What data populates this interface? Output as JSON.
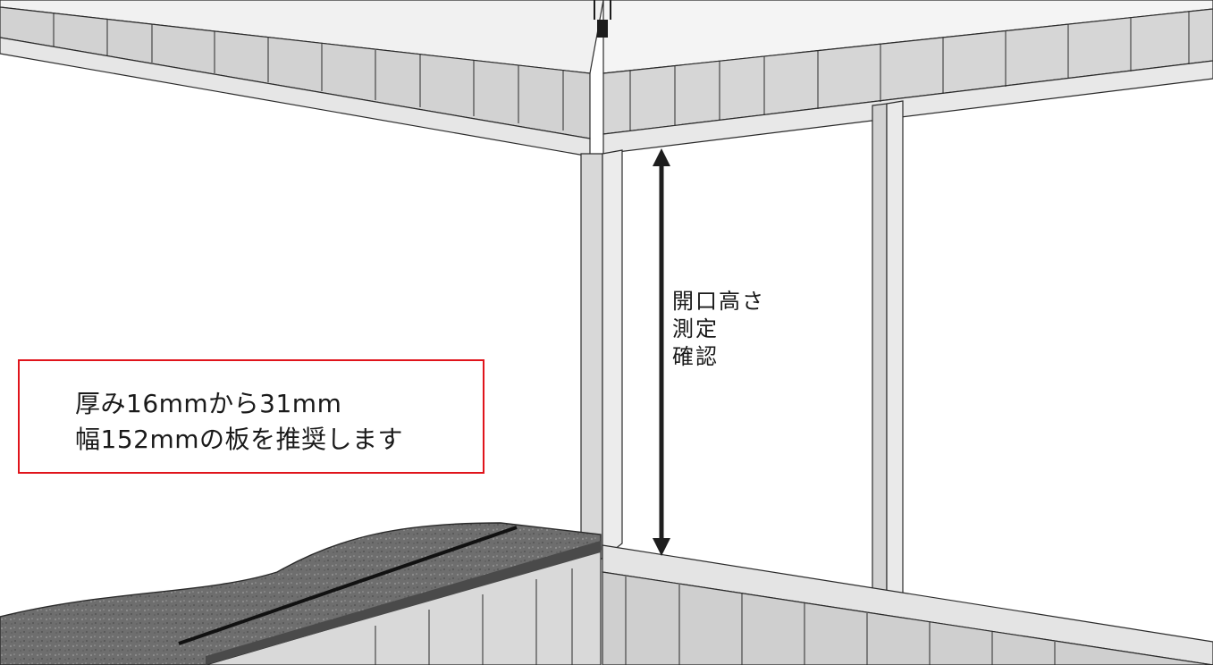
{
  "diagram": {
    "opening_label": [
      "開口高さ",
      "測定",
      "確認"
    ],
    "recommendation": [
      "厚み16mmから31mm",
      "幅152mmの板を推奨します"
    ],
    "colors": {
      "callout_border": "#e0141b",
      "frame_light": "#ebebeb",
      "frame_mid": "#cdcdcd",
      "frame_dark": "#9e9e9e",
      "outline": "#2b2b2b",
      "stone_top": "#6f6f6f",
      "stone_edge": "#4a4a4a",
      "arrow": "#1e1e1e"
    },
    "icons": [
      "double-headed-arrow-icon",
      "hanger-bracket-icon"
    ]
  }
}
